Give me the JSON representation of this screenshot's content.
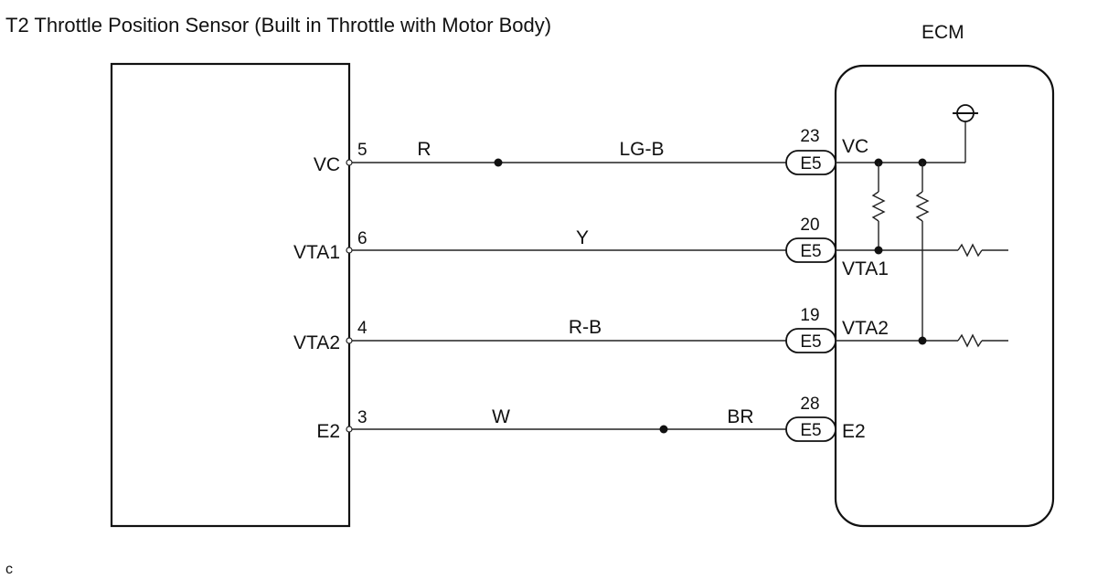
{
  "title": "T2 Throttle Position Sensor (Built in Throttle with Motor Body)",
  "ecm_label": "ECM",
  "footer_mark": "c",
  "connector": "E5",
  "lines": [
    {
      "sensor_terminal": "VC",
      "sensor_pin": "5",
      "wire_left": "R",
      "wire_right": "LG-B",
      "ecm_pin": "23",
      "ecm_terminal": "VC"
    },
    {
      "sensor_terminal": "VTA1",
      "sensor_pin": "6",
      "wire_left": "",
      "wire_right": "Y",
      "ecm_pin": "20",
      "ecm_terminal": "VTA1"
    },
    {
      "sensor_terminal": "VTA2",
      "sensor_pin": "4",
      "wire_left": "",
      "wire_right": "R-B",
      "ecm_pin": "19",
      "ecm_terminal": "VTA2"
    },
    {
      "sensor_terminal": "E2",
      "sensor_pin": "3",
      "wire_left": "W",
      "wire_right": "BR",
      "ecm_pin": "28",
      "ecm_terminal": "E2"
    }
  ]
}
